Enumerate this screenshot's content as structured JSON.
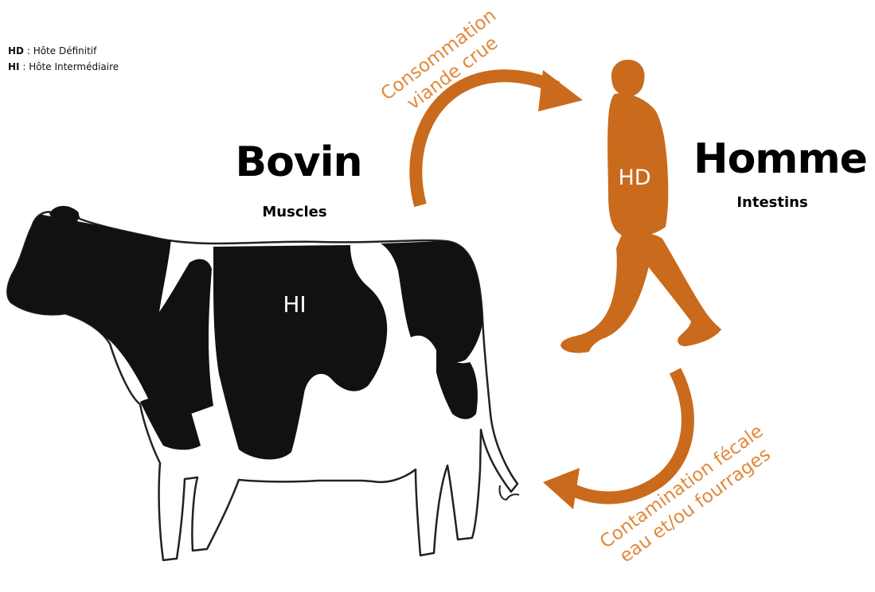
{
  "legend": {
    "hd_key": "HD",
    "hd_sep": " : ",
    "hd_text": "Hôte Définitif",
    "hi_key": "HI",
    "hi_sep": " : ",
    "hi_text": "Hôte Intermédiaire"
  },
  "intermediate_host": {
    "name": "Bovin",
    "organ": "Muscles",
    "code": "HI",
    "icon": "cow-silhouette"
  },
  "definitive_host": {
    "name": "Homme",
    "organ": "Intestins",
    "code": "HD",
    "icon": "walking-man-silhouette"
  },
  "transmission": {
    "to_human_line1": "Consommation",
    "to_human_line2": "viande crue",
    "to_cattle_line1": "Contamination fécale",
    "to_cattle_line2": "eau et/ou fourrages"
  },
  "colors": {
    "accent": "#c96a1c",
    "label": "#e08a3c",
    "cow_black": "#111111",
    "cow_outline": "#222222"
  }
}
